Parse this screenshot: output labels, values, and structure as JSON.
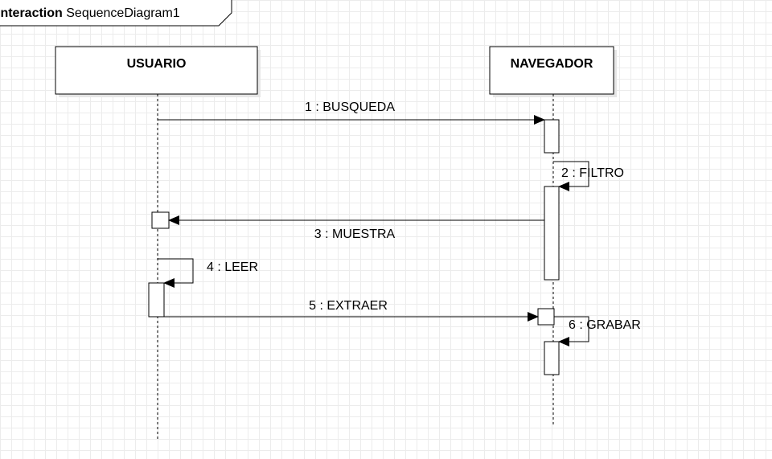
{
  "frame": {
    "keyword": "Interaction",
    "name": "SequenceDiagram1"
  },
  "lifelines": [
    {
      "id": "usuario",
      "name": "USUARIO"
    },
    {
      "id": "navegador",
      "name": "NAVEGADOR"
    }
  ],
  "messages": [
    {
      "label": "1 : BUSQUEDA",
      "from": "usuario",
      "to": "navegador"
    },
    {
      "label": "2 : FILTRO",
      "from": "navegador",
      "to": "navegador"
    },
    {
      "label": "3 : MUESTRA",
      "from": "navegador",
      "to": "usuario"
    },
    {
      "label": "4 : LEER",
      "from": "usuario",
      "to": "usuario"
    },
    {
      "label": "5 : EXTRAER",
      "from": "usuario",
      "to": "navegador"
    },
    {
      "label": "6 : GRABAR",
      "from": "navegador",
      "to": "navegador"
    }
  ]
}
